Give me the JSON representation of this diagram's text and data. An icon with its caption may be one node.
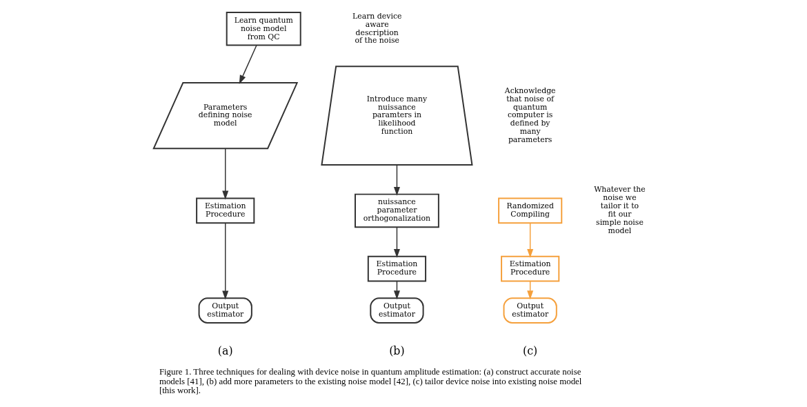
{
  "diagram": {
    "caption": "Figure 1. Three techniques for dealing with device noise in quantum amplitude estimation: (a) construct accurate noise models [41], (b) add more parameters to the existing noise model [42], (c) tailor device noise into existing noise model [this work].",
    "nodes": [
      {
        "text": [
          "Learn quantum noise model from QC"
        ]
      },
      {
        "text": [
          "Parameters defining noise model"
        ]
      },
      {
        "text": [
          "Estimation Procedure"
        ]
      },
      {
        "text": [
          "Output estimator"
        ]
      },
      {
        "text": [
          "Introduce many nuissance paramters in likelihood function"
        ]
      },
      {
        "text": [
          "nuissance parameter orthogonalization"
        ]
      },
      {
        "text": [
          "Estimation Procedure"
        ]
      },
      {
        "text": [
          "Output estimator"
        ]
      },
      {
        "text": [
          "Randomized Compiling"
        ]
      },
      {
        "text": [
          "Estimation Procedure"
        ]
      },
      {
        "text": [
          "Output estimator"
        ]
      }
    ],
    "edges": [
      {
        "from": 0,
        "to": 1,
        "arrow": "to"
      },
      {
        "from": 1,
        "to": 2,
        "arrow": "to"
      },
      {
        "from": 2,
        "to": 3,
        "arrow": "to"
      },
      {
        "from": 4,
        "to": 5,
        "arrow": "to"
      },
      {
        "from": 5,
        "to": 6,
        "arrow": "to"
      },
      {
        "from": 6,
        "to": 7,
        "arrow": "to"
      },
      {
        "from": 8,
        "to": 9,
        "arrow": "to",
        "color": "#f5a03c"
      },
      {
        "from": 9,
        "to": 10,
        "arrow": "to",
        "color": "#f5a03c"
      }
    ],
    "labels": [
      "Learn device aware description of the noise",
      "Acknowledge that noise of quantum computer is defined by many parameters",
      "Whatever the noise we tailor it to fit our simple noise model",
      "(a)",
      "(b)",
      "(c)"
    ]
  }
}
